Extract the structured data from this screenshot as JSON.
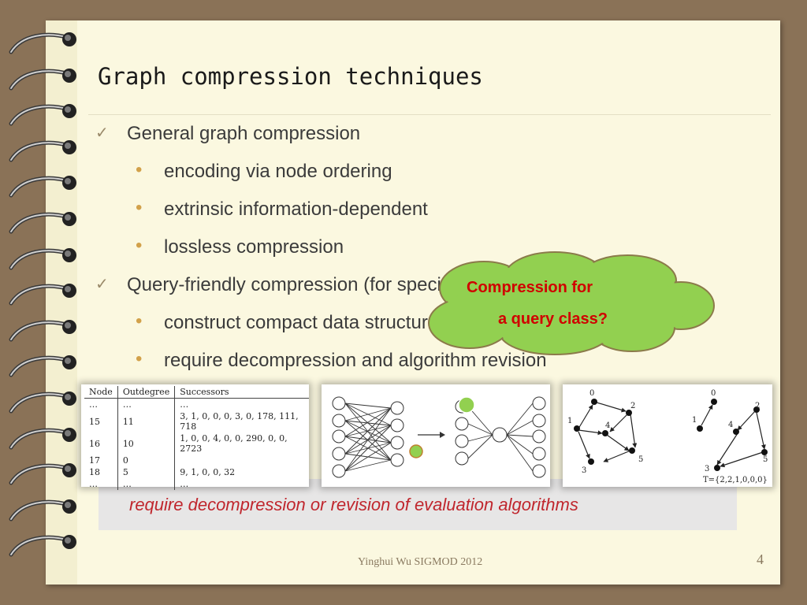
{
  "slide": {
    "title": "Graph compression techniques",
    "bullets": [
      {
        "text": "General graph compression",
        "sub": [
          "encoding via node ordering",
          "extrinsic information-dependent",
          "lossless compression"
        ]
      },
      {
        "text": "Query-friendly compression (for specific query classes)",
        "sub": [
          "construct compact data structures",
          "require decompression and algorithm revision"
        ]
      }
    ],
    "note": "require decompression or revision of evaluation algorithms",
    "footer": "Yinghui Wu SIGMOD 2012",
    "page_number": "4"
  },
  "callout": {
    "line1": "Compression for",
    "line2": "a query class?"
  },
  "figure_table": {
    "headers": [
      "Node",
      "Outdegree",
      "Successors"
    ],
    "rows": [
      [
        "…",
        "…",
        "…"
      ],
      [
        "15",
        "11",
        "3, 1, 0, 0, 0, 3, 0, 178, 111, 718"
      ],
      [
        "16",
        "10",
        "1, 0, 0, 4, 0, 0, 290, 0, 0, 2723"
      ],
      [
        "17",
        "0",
        ""
      ],
      [
        "18",
        "5",
        "9, 1, 0, 0, 32"
      ],
      [
        "…",
        "…",
        "…"
      ]
    ]
  },
  "figure_graphs": {
    "node_labels": [
      "0",
      "1",
      "2",
      "3",
      "4",
      "5"
    ],
    "caption": "T={2,2,1,0,0,0}"
  },
  "colors": {
    "accent_bullet": "#d2a14a",
    "callout_fill": "#92d050",
    "callout_text": "#d00000",
    "note_text": "#c0262d"
  }
}
